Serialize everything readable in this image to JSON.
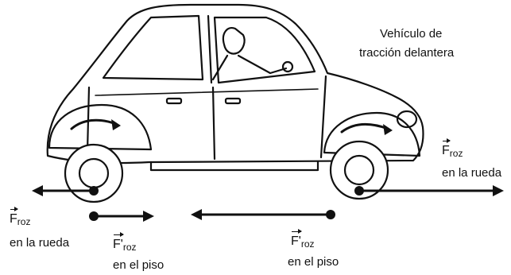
{
  "title_line1": "Vehículo de",
  "title_line2": "tracción delantera",
  "labels": {
    "rear_wheel": {
      "symbol": "F",
      "sub": "roz",
      "caption": "en la rueda"
    },
    "rear_floor": {
      "symbol": "F'",
      "sub": "roz",
      "caption": "en el piso"
    },
    "front_floor": {
      "symbol": "F'",
      "sub": "roz",
      "caption": "en el piso"
    },
    "front_wheel": {
      "symbol": "F",
      "sub": "roz",
      "caption": "en la rueda"
    }
  }
}
